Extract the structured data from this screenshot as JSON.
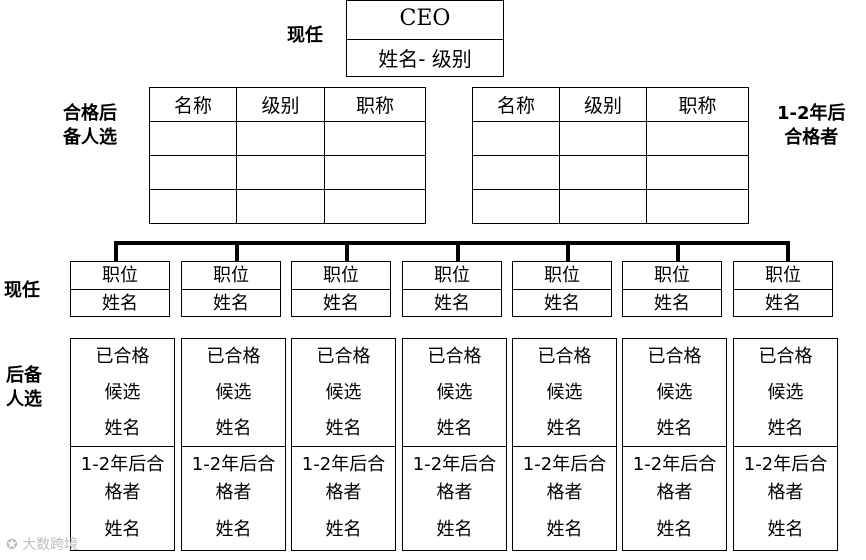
{
  "labels": {
    "current_top": "现任",
    "ready_now_line1": "合格后",
    "ready_now_line2": "备人选",
    "ready_later_line1": "1-2年后",
    "ready_later_line2": "合格者",
    "current_row": "现任",
    "successors_line1": "后备",
    "successors_line2": "人选"
  },
  "ceo": {
    "title": "CEO",
    "name_level": "姓名- 级别"
  },
  "candidate_tables": {
    "headers": [
      "名称",
      "级别",
      "职称"
    ],
    "empty_rows": 3
  },
  "positions": [
    {
      "role": "职位",
      "name": "姓名"
    },
    {
      "role": "职位",
      "name": "姓名"
    },
    {
      "role": "职位",
      "name": "姓名"
    },
    {
      "role": "职位",
      "name": "姓名"
    },
    {
      "role": "职位",
      "name": "姓名"
    },
    {
      "role": "职位",
      "name": "姓名"
    },
    {
      "role": "职位",
      "name": "姓名"
    }
  ],
  "successor_box": {
    "ready_line1": "已合格",
    "ready_line2": "候选",
    "ready_name": "姓名",
    "later_line1": "1-2年后合",
    "later_line2": "格者",
    "later_name": "姓名"
  },
  "watermark": "大数跨境"
}
